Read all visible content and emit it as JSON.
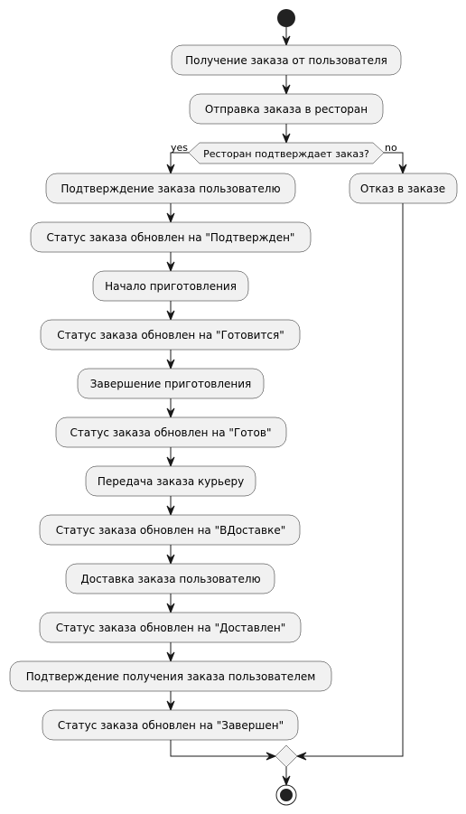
{
  "diagram": {
    "type": "activity",
    "decision": {
      "question": "Ресторан подтверждает заказ?",
      "yes_label": "yes",
      "no_label": "no"
    },
    "initial_steps": [
      "Получение заказа от пользователя",
      "Отправка заказа в ресторан"
    ],
    "yes_steps": [
      "Подтверждение заказа пользователю",
      "Статус заказа обновлен на \"Подтвержден\"",
      "Начало приготовления",
      "Статус заказа обновлен на \"Готовится\"",
      "Завершение приготовления",
      "Статус заказа обновлен на \"Готов\"",
      "Передача заказа курьеру",
      "Статус заказа обновлен на \"ВДоставке\"",
      "Доставка заказа пользователю",
      "Статус заказа обновлен на \"Доставлен\"",
      "Подтверждение получения заказа пользователем",
      "Статус заказа обновлен на \"Завершен\""
    ],
    "no_steps": [
      "Отказ в заказе"
    ],
    "colors": {
      "node_fill": "#f1f1f1",
      "line": "#181818",
      "start_end": "#222222"
    }
  }
}
